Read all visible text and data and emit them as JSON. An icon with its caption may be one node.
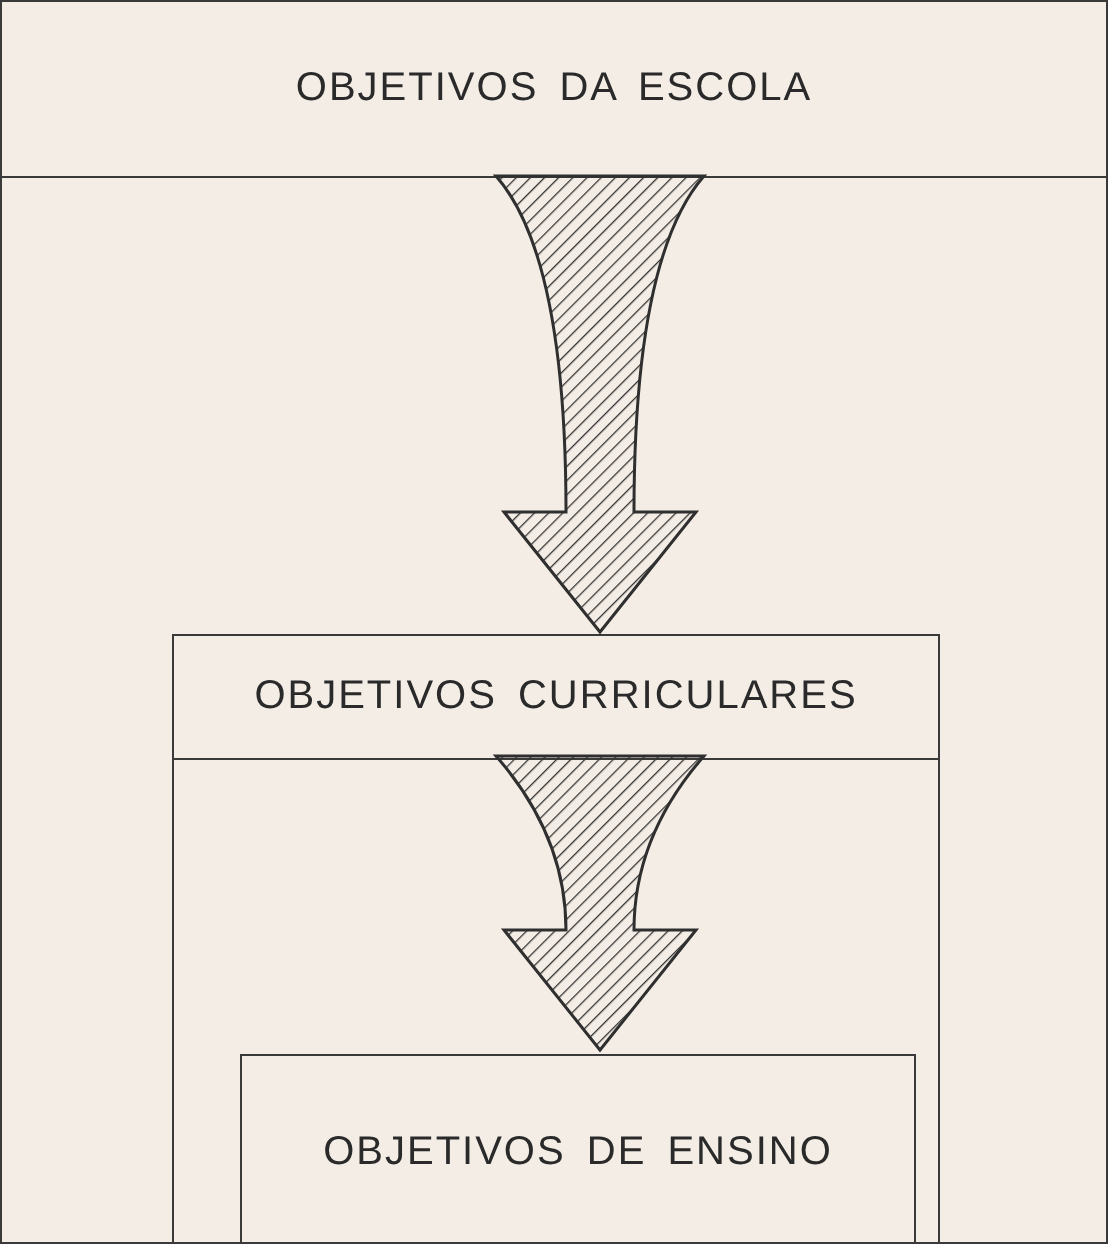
{
  "diagram": {
    "nodes": [
      {
        "text": [
          "OBJETIVOS DA ESCOLA"
        ]
      },
      {
        "text": [
          "OBJETIVOS CURRICULARES"
        ],
        "in": 0
      },
      {
        "text": [
          "OBJETIVOS DE ENSINO"
        ],
        "in": 1
      }
    ],
    "edges": [
      {
        "from": 0,
        "to": 1,
        "arrow": "to"
      },
      {
        "from": 1,
        "to": 2,
        "arrow": "to"
      }
    ]
  }
}
